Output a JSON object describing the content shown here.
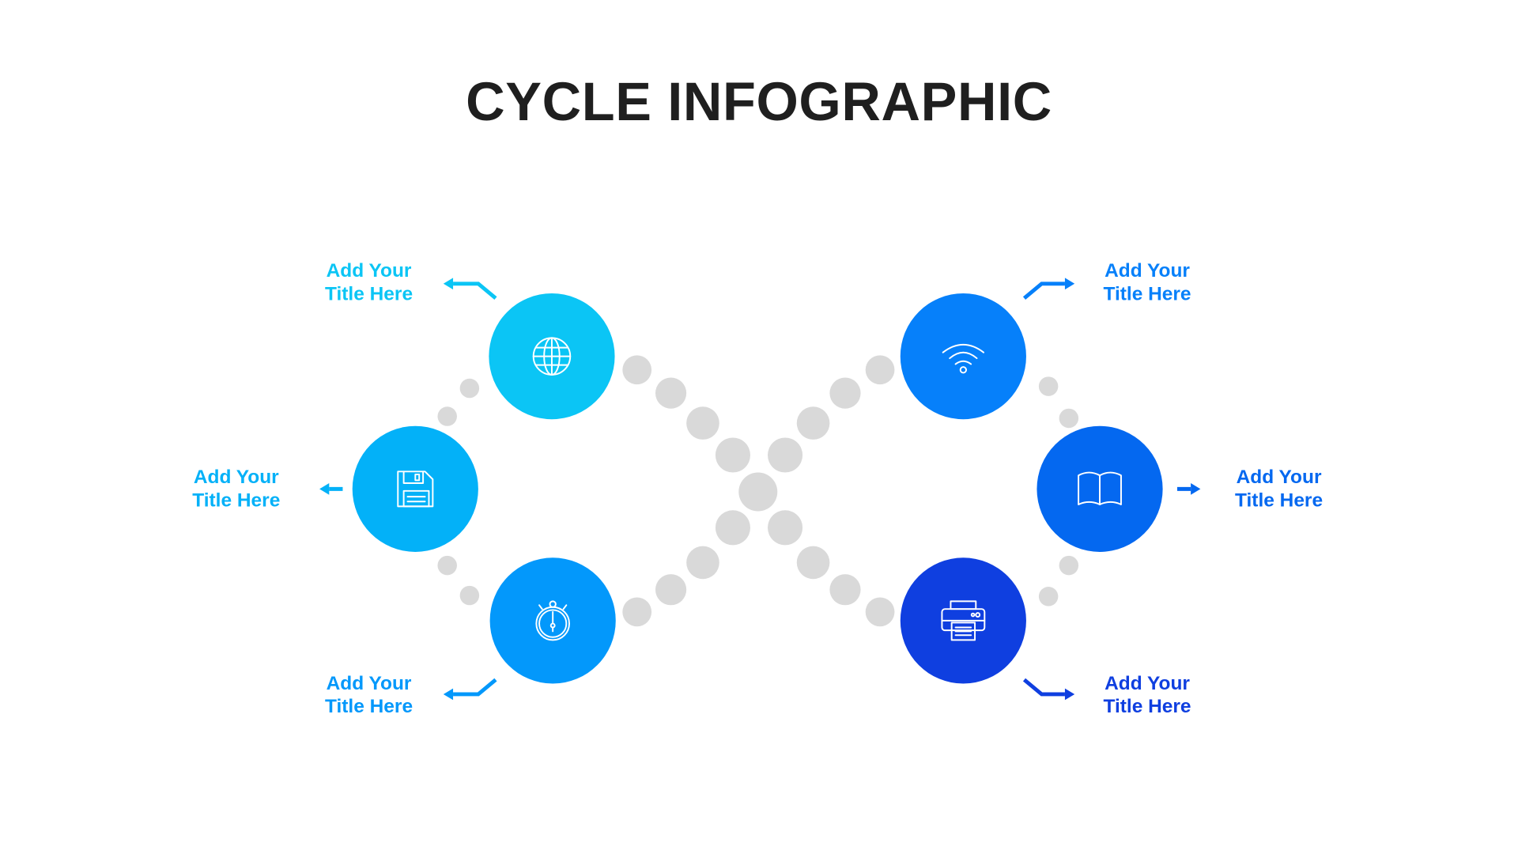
{
  "title": "CYCLE INFOGRAPHIC",
  "steps": [
    {
      "icon": "globe-icon",
      "color": "#0BC5F5",
      "line1": "Add Your",
      "line2": "Title Here"
    },
    {
      "icon": "floppy-disk-icon",
      "color": "#03B1F8",
      "line1": "Add Your",
      "line2": "Title Here"
    },
    {
      "icon": "stopwatch-icon",
      "color": "#0398FB",
      "line1": "Add Your",
      "line2": "Title Here"
    },
    {
      "icon": "wifi-icon",
      "color": "#0680FA",
      "line1": "Add Your",
      "line2": "Title Here"
    },
    {
      "icon": "book-icon",
      "color": "#0468F0",
      "line1": "Add Your",
      "line2": "Title Here"
    },
    {
      "icon": "printer-icon",
      "color": "#0F3FE0",
      "line1": "Add Your",
      "line2": "Title Here"
    }
  ],
  "connector_color": "#D9D9D9"
}
